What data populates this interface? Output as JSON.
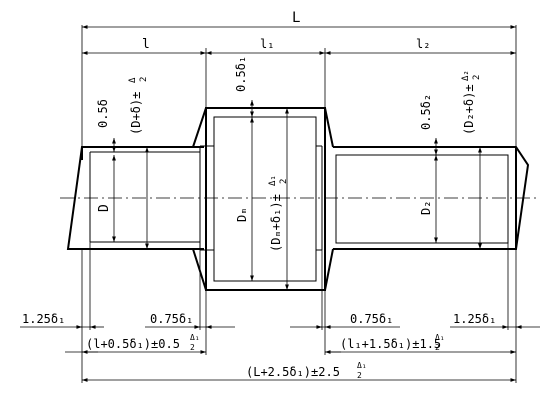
{
  "drawing": {
    "overall": "L",
    "seg_left": "l",
    "seg_mid": "l₁",
    "seg_right": "l₂",
    "left_shaft": {
      "allow": "0.5δ",
      "outer": "(D+δ)±",
      "outer_frac_num": "Δ",
      "outer_frac_den": "2",
      "inner": "D"
    },
    "mid_block": {
      "allow": "0.5δ₁",
      "inner": "Dₘ",
      "outer": "(Dₘ+δ₁)±",
      "outer_frac_num": "Δ₁",
      "outer_frac_den": "2"
    },
    "right_shaft": {
      "allow": "0.5δ₂",
      "inner": "D₂",
      "outer": "(D₂+δ)±",
      "outer_frac_num": "Δ₂",
      "outer_frac_den": "2"
    },
    "bottom": {
      "end_left": "1.25δ₁",
      "step_left": "0.75δ₁",
      "step_right": "0.75δ₁",
      "end_right": "1.25δ₁",
      "len_left": "(l+0.5δ₁)±0.5",
      "len_left_frac_num": "Δ₁",
      "len_left_frac_den": "2",
      "len_right": "(l₁+1.5δ₁)±1.5",
      "len_right_frac_num": "Δ₁",
      "len_right_frac_den": "2",
      "len_total": "(L+2.5δ₁)±2.5",
      "len_total_frac_num": "Δ₁",
      "len_total_frac_den": "2"
    }
  }
}
